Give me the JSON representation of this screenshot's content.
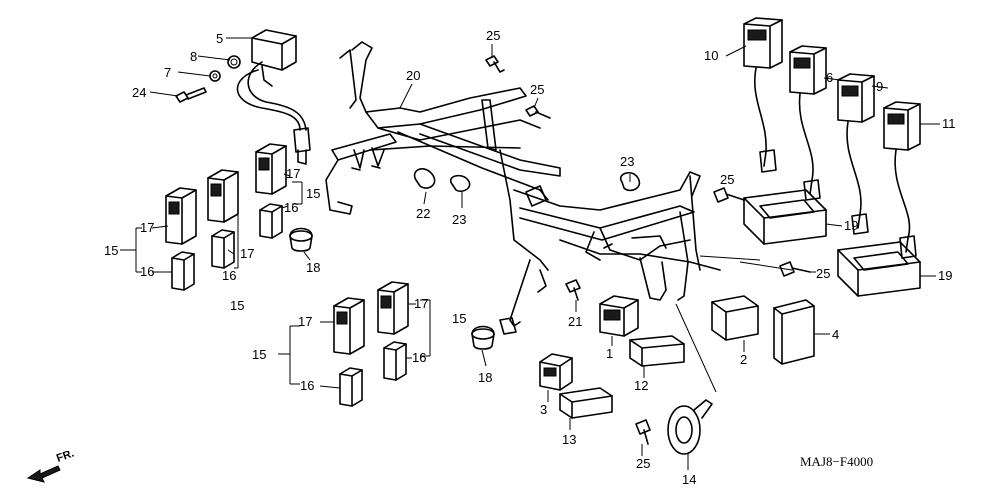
{
  "diagram": {
    "code": "MAJ8−F4000",
    "direction_label": "FR.",
    "callouts": [
      {
        "id": "c5a",
        "text": "5"
      },
      {
        "id": "c8",
        "text": "8"
      },
      {
        "id": "c7",
        "text": "7"
      },
      {
        "id": "c24",
        "text": "24"
      },
      {
        "id": "c20",
        "text": "20"
      },
      {
        "id": "c25a",
        "text": "25"
      },
      {
        "id": "c25b",
        "text": "25"
      },
      {
        "id": "c10",
        "text": "10"
      },
      {
        "id": "c6",
        "text": "6"
      },
      {
        "id": "c9",
        "text": "9"
      },
      {
        "id": "c11",
        "text": "11"
      },
      {
        "id": "c17a",
        "text": "17"
      },
      {
        "id": "c15a",
        "text": "15"
      },
      {
        "id": "c16a",
        "text": "16"
      },
      {
        "id": "c17b",
        "text": "17"
      },
      {
        "id": "c15b",
        "text": "15"
      },
      {
        "id": "c16b",
        "text": "16"
      },
      {
        "id": "c17c",
        "text": "17"
      },
      {
        "id": "c16c",
        "text": "16"
      },
      {
        "id": "c15c",
        "text": "15"
      },
      {
        "id": "c18a",
        "text": "18"
      },
      {
        "id": "c22",
        "text": "22"
      },
      {
        "id": "c23a",
        "text": "23"
      },
      {
        "id": "c23b",
        "text": "23"
      },
      {
        "id": "c25c",
        "text": "25"
      },
      {
        "id": "c19a",
        "text": "19"
      },
      {
        "id": "c25d",
        "text": "25"
      },
      {
        "id": "c19b",
        "text": "19"
      },
      {
        "id": "c21",
        "text": "21"
      },
      {
        "id": "c1",
        "text": "1"
      },
      {
        "id": "c2",
        "text": "2"
      },
      {
        "id": "c4",
        "text": "4"
      },
      {
        "id": "c12",
        "text": "12"
      },
      {
        "id": "c17d",
        "text": "17"
      },
      {
        "id": "c15d",
        "text": "15"
      },
      {
        "id": "c16d",
        "text": "16"
      },
      {
        "id": "c17e",
        "text": "17"
      },
      {
        "id": "c15e",
        "text": "15"
      },
      {
        "id": "c16e",
        "text": "16"
      },
      {
        "id": "c18b",
        "text": "18"
      },
      {
        "id": "c3",
        "text": "3"
      },
      {
        "id": "c13",
        "text": "13"
      },
      {
        "id": "c25e",
        "text": "25"
      },
      {
        "id": "c14",
        "text": "14"
      }
    ]
  }
}
